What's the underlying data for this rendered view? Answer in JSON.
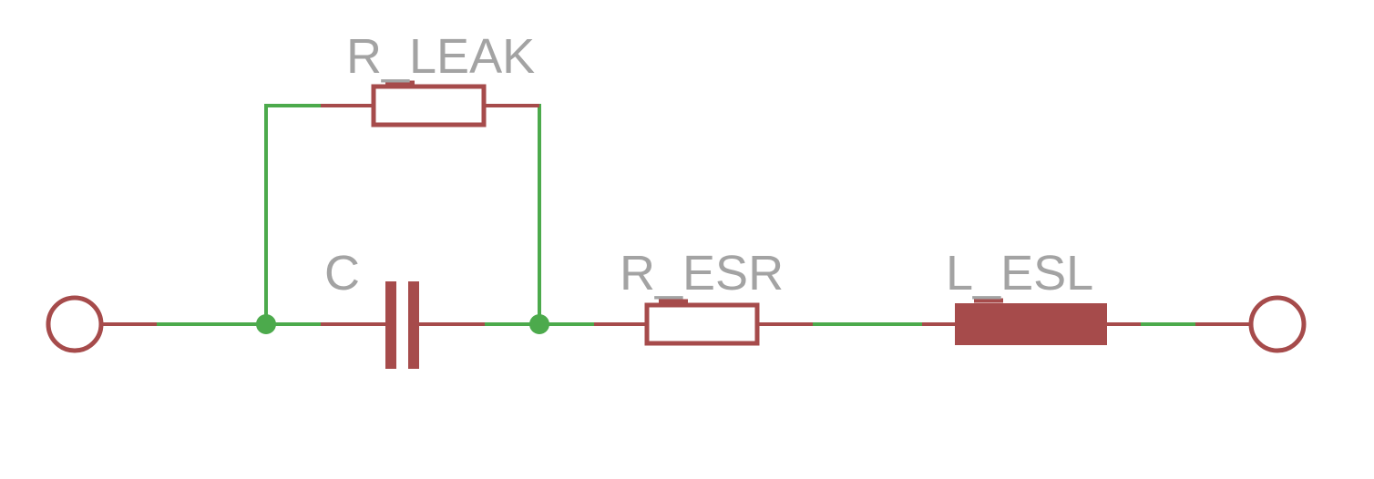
{
  "components": {
    "r_leak": {
      "label": "R_LEAK",
      "kind": "resistor"
    },
    "c": {
      "label": "C",
      "kind": "capacitor"
    },
    "r_esr": {
      "label": "R_ESR",
      "kind": "resistor"
    },
    "l_esl": {
      "label": "L_ESL",
      "kind": "inductor"
    }
  },
  "terminals": [
    "left-terminal",
    "right-terminal"
  ],
  "colors": {
    "wire": "#4caa4c",
    "component": "#a64b4b",
    "label": "#a3a3a3",
    "background": "#ffffff"
  }
}
